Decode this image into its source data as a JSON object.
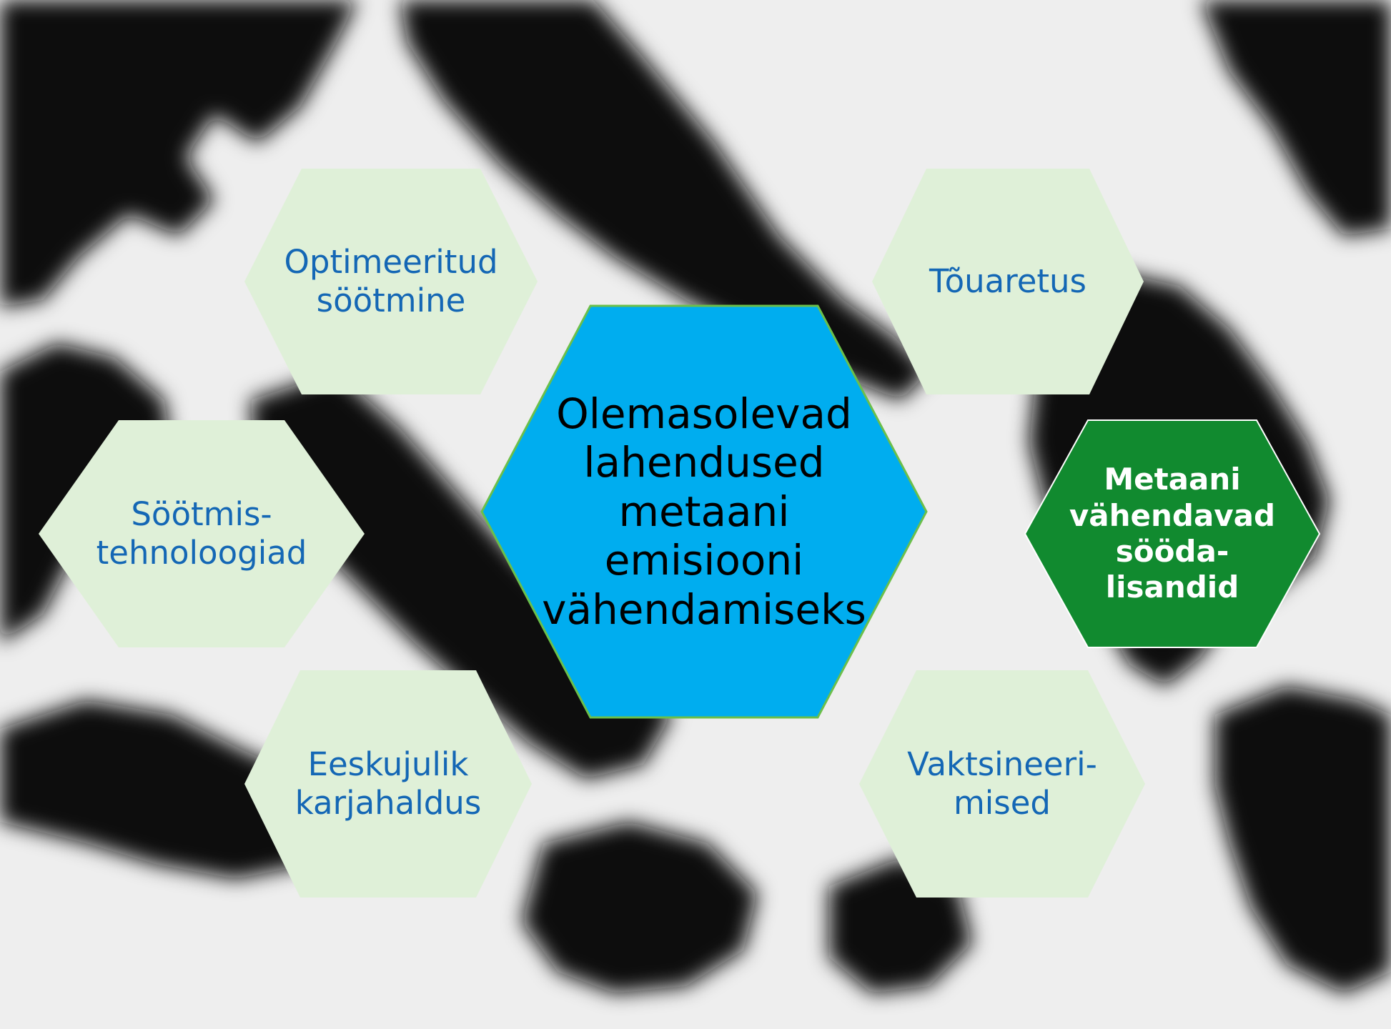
{
  "diagram": {
    "center": {
      "label": "Olemasolevad\nlahendused\nmetaani\nemisiooni\nvähendamiseks",
      "fill": "#00adef"
    },
    "nodes": [
      {
        "id": "optimeeritud",
        "label": "Optimeeritud\nsöötmine",
        "fill": "#dff0d8",
        "text_color": "#1467b5"
      },
      {
        "id": "sootmis",
        "label": "Söötmis-\ntehnoloogiad",
        "fill": "#dff0d8",
        "text_color": "#1467b5"
      },
      {
        "id": "eeskujulik",
        "label": "Eeskujulik\nkarjahaldus",
        "fill": "#dff0d8",
        "text_color": "#1467b5"
      },
      {
        "id": "touaretus",
        "label": "Tõuaretus",
        "fill": "#dff0d8",
        "text_color": "#1467b5"
      },
      {
        "id": "metaani",
        "label": "Metaani\nvähendavad\nsööda-\nlisandid",
        "fill": "#118a2f",
        "text_color": "#ffffff"
      },
      {
        "id": "vaktsineerimised",
        "label": "Vaktsineeri-\nmised",
        "fill": "#dff0d8",
        "text_color": "#1467b5"
      }
    ]
  },
  "background": {
    "description_colors": [
      "#000000",
      "#ffffff"
    ]
  }
}
